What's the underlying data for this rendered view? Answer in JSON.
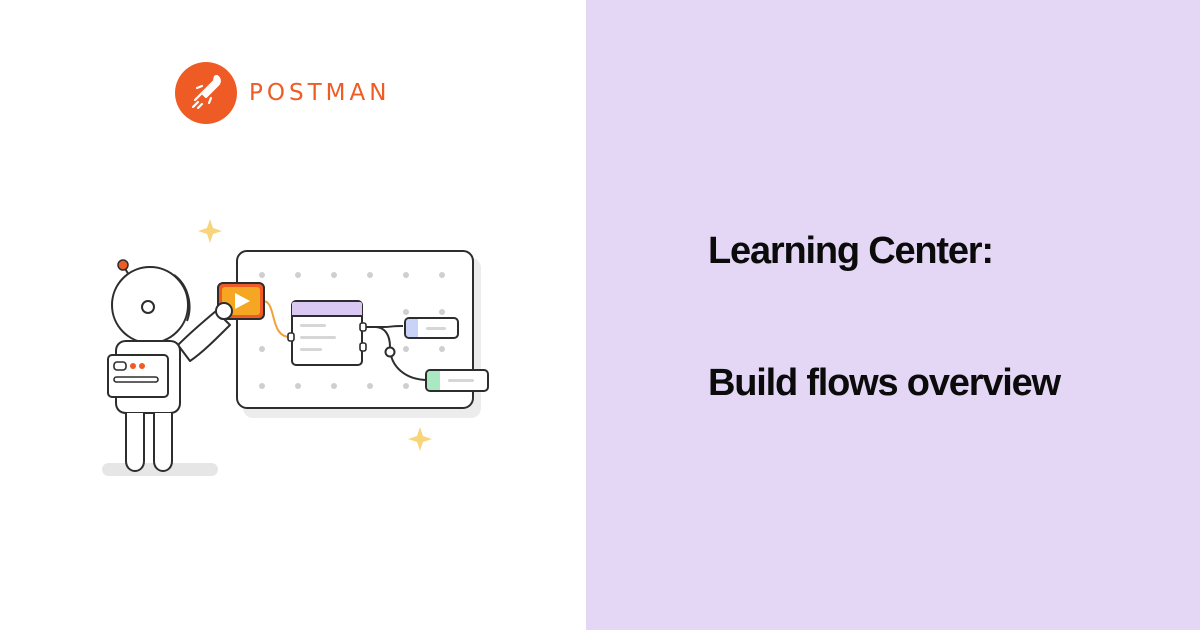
{
  "brand": {
    "name": "POSTMAN",
    "logo_icon": "postman-rocket-logo",
    "accent_color": "#ef5b25"
  },
  "headline": {
    "line1": "Learning Center:",
    "line2": "Build flows overview"
  },
  "colors": {
    "panel_background": "#e4d7f5",
    "headline_text": "#0b0b0b"
  },
  "illustration": {
    "icon": "astronaut-flow-diagram-illustration"
  }
}
